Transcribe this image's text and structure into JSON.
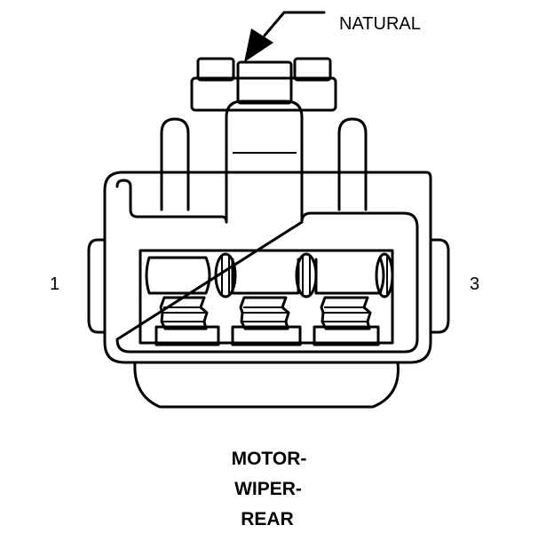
{
  "callout": {
    "label": "NATURAL"
  },
  "pins": {
    "left": "1",
    "right": "3"
  },
  "caption": {
    "line1": "MOTOR-",
    "line2": "WIPER-",
    "line3": "REAR"
  },
  "colors": {
    "line": "#000000",
    "background": "#ffffff"
  }
}
